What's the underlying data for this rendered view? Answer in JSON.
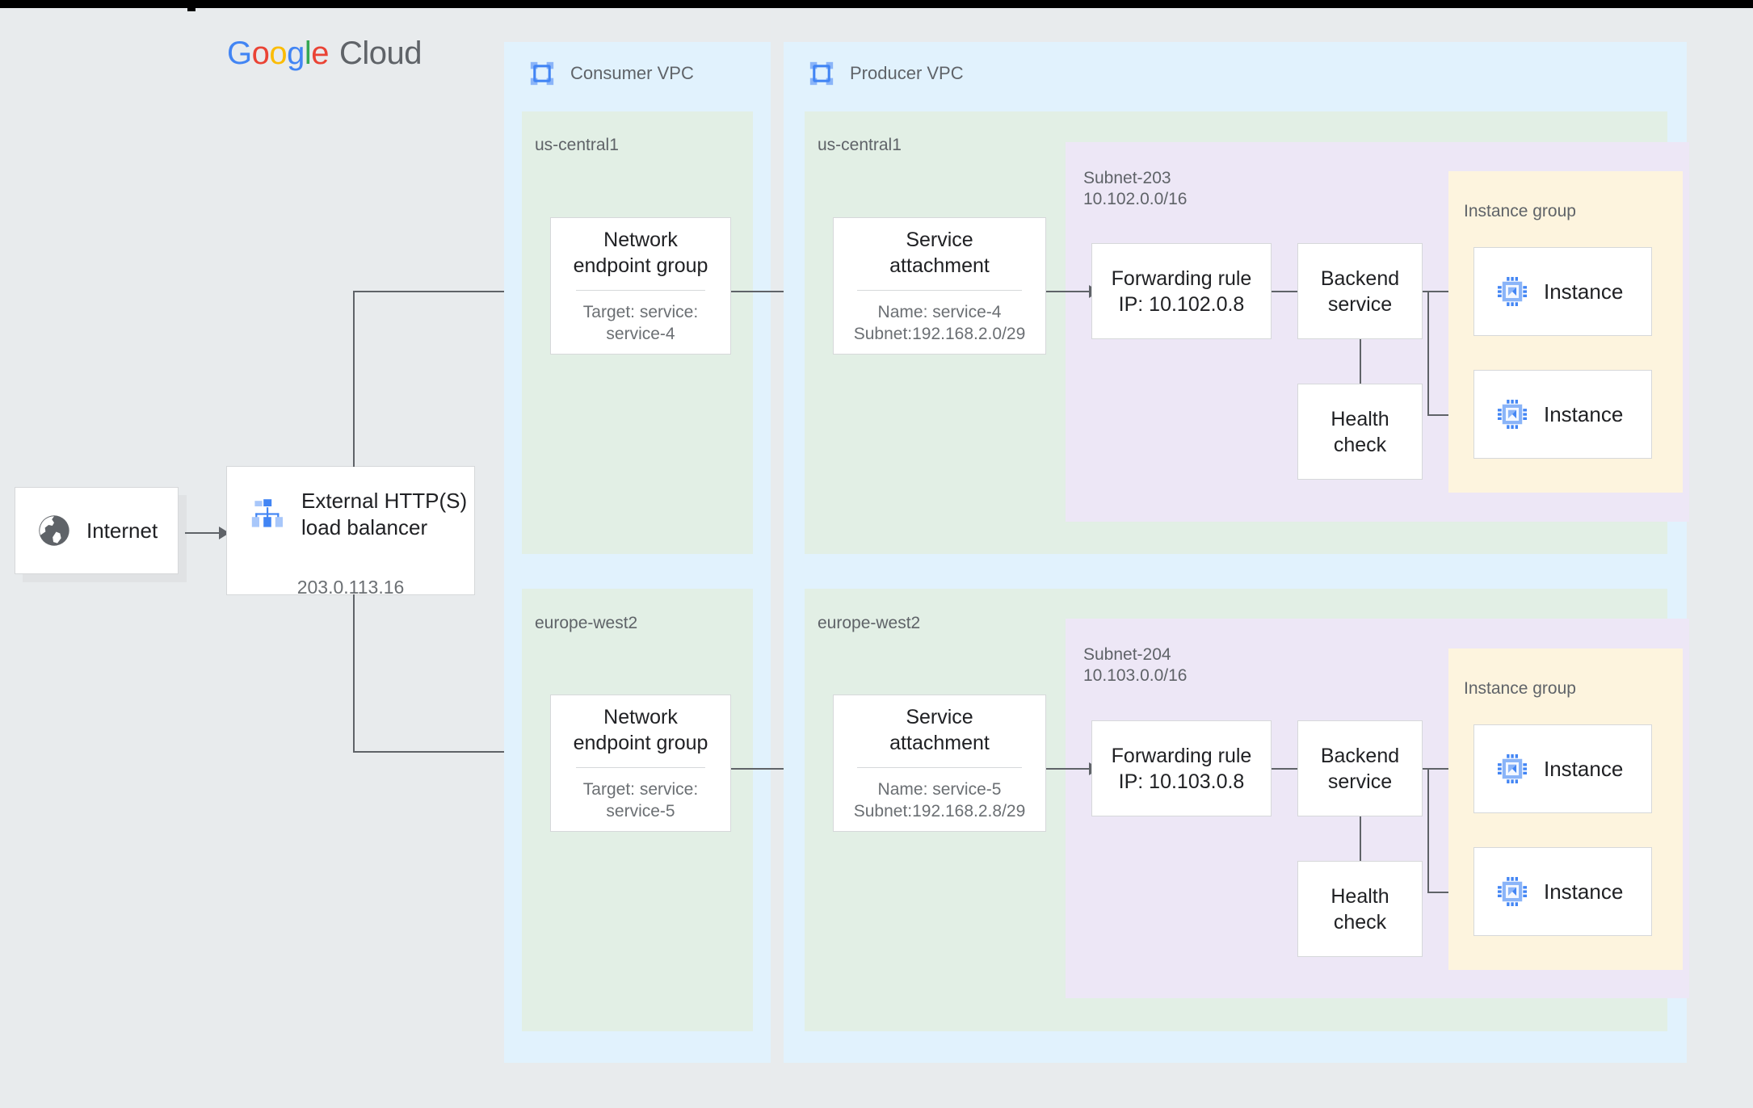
{
  "brand": {
    "logo_parts": [
      "G",
      "o",
      "o",
      "g",
      "l",
      "e"
    ],
    "logo_cloud": "Cloud"
  },
  "internet": {
    "label": "Internet",
    "icon": "globe-icon"
  },
  "load_balancer": {
    "title_line1": "External HTTP(S)",
    "title_line2": "load balancer",
    "ip": "203.0.113.16",
    "icon": "load-balancer-icon"
  },
  "vpcs": [
    {
      "name": "Consumer VPC",
      "icon": "vpc-icon"
    },
    {
      "name": "Producer VPC",
      "icon": "vpc-icon"
    }
  ],
  "consumer": {
    "regions": [
      {
        "name": "us-central1",
        "neg": {
          "title_line1": "Network",
          "title_line2": "endpoint group",
          "sub_line1": "Target: service:",
          "sub_line2": "service-4"
        }
      },
      {
        "name": "europe-west2",
        "neg": {
          "title_line1": "Network",
          "title_line2": "endpoint group",
          "sub_line1": "Target: service:",
          "sub_line2": "service-5"
        }
      }
    ]
  },
  "producer": {
    "regions": [
      {
        "name": "us-central1",
        "service_attachment": {
          "title_line1": "Service",
          "title_line2": "attachment",
          "sub_line1": "Name: service-4",
          "sub_line2": "Subnet:192.168.2.0/29"
        },
        "subnet": {
          "name": "Subnet-203",
          "cidr": "10.102.0.0/16"
        },
        "forwarding_rule": {
          "title_line1": "Forwarding rule",
          "title_line2": "IP: 10.102.0.8"
        },
        "backend_service": {
          "title_line1": "Backend",
          "title_line2": "service"
        },
        "health_check": {
          "title_line1": "Health",
          "title_line2": "check"
        },
        "instance_group": {
          "label": "Instance group",
          "instances": [
            {
              "label": "Instance",
              "icon": "vm-instance-icon"
            },
            {
              "label": "Instance",
              "icon": "vm-instance-icon"
            }
          ]
        }
      },
      {
        "name": "europe-west2",
        "service_attachment": {
          "title_line1": "Service",
          "title_line2": "attachment",
          "sub_line1": "Name: service-5",
          "sub_line2": "Subnet:192.168.2.8/29"
        },
        "subnet": {
          "name": "Subnet-204",
          "cidr": "10.103.0.0/16"
        },
        "forwarding_rule": {
          "title_line1": "Forwarding rule",
          "title_line2": "IP: 10.103.0.8"
        },
        "backend_service": {
          "title_line1": "Backend",
          "title_line2": "service"
        },
        "health_check": {
          "title_line1": "Health",
          "title_line2": "check"
        },
        "instance_group": {
          "label": "Instance group",
          "instances": [
            {
              "label": "Instance",
              "icon": "vm-instance-icon"
            },
            {
              "label": "Instance",
              "icon": "vm-instance-icon"
            }
          ]
        }
      }
    ]
  },
  "colors": {
    "canvas": "#e8ebed",
    "vpc": "#e1f2fd",
    "region": "#e2efe5",
    "subnet": "#ede7f6",
    "instance_group": "#fdf4de",
    "accent_blue": "#4285F4",
    "connector": "#5f6368"
  }
}
